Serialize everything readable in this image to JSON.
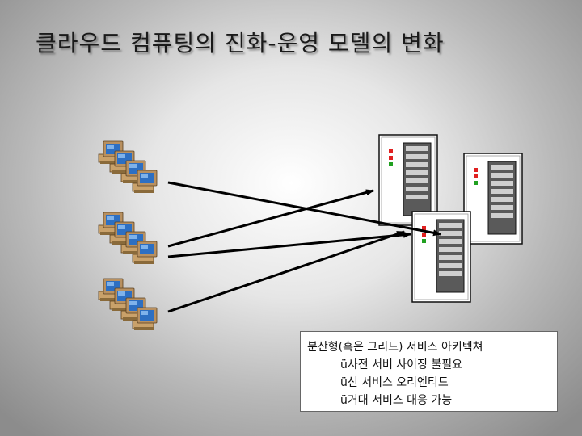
{
  "slide": {
    "title": "클라우드 컴퓨팅의 진화-운영 모델의 변화",
    "caption": {
      "heading": "분산형(혹은 그리드) 서비스 아키텍쳐",
      "bullets": [
        "ü사전 서버 사이징 불필요",
        "ü선 서비스 오리엔티드",
        "ü거대 서비스 대응 가능"
      ]
    }
  },
  "icons": {
    "clients": [
      "desktop-computer-icon",
      "desktop-computer-icon",
      "desktop-computer-icon"
    ],
    "servers": [
      "server-tower-icon",
      "server-tower-icon",
      "server-tower-icon"
    ]
  },
  "colors": {
    "arrow": "#000000",
    "server_led_red": "#e02020",
    "server_led_green": "#20a020",
    "monitor_screen": "#2d6fc2",
    "pc_beige": "#c9a16a"
  }
}
